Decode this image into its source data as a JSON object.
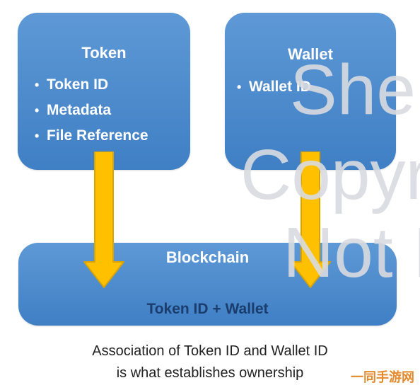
{
  "token": {
    "title": "Token",
    "bullets": [
      "Token ID",
      "Metadata",
      "File Reference"
    ]
  },
  "wallet": {
    "title": "Wallet",
    "bullets": [
      "Wallet ID"
    ]
  },
  "blockchain": {
    "title": "Blockchain",
    "label": "Token ID + Wallet"
  },
  "caption": {
    "line1": "Association of Token ID and Wallet ID",
    "line2": "is what establishes ownership"
  },
  "watermark": {
    "line1": "She",
    "line2": "Copyr",
    "line3": "Not I"
  },
  "logo": {
    "text": "一同手游网"
  },
  "colors": {
    "box_fill": "#4a88cc",
    "arrow_fill": "#ffc000",
    "arrow_stroke": "#d9a400",
    "bottom_label": "#1b3d6e"
  },
  "icons": {
    "bullet": "bullet-dot",
    "arrow": "down-arrow"
  }
}
